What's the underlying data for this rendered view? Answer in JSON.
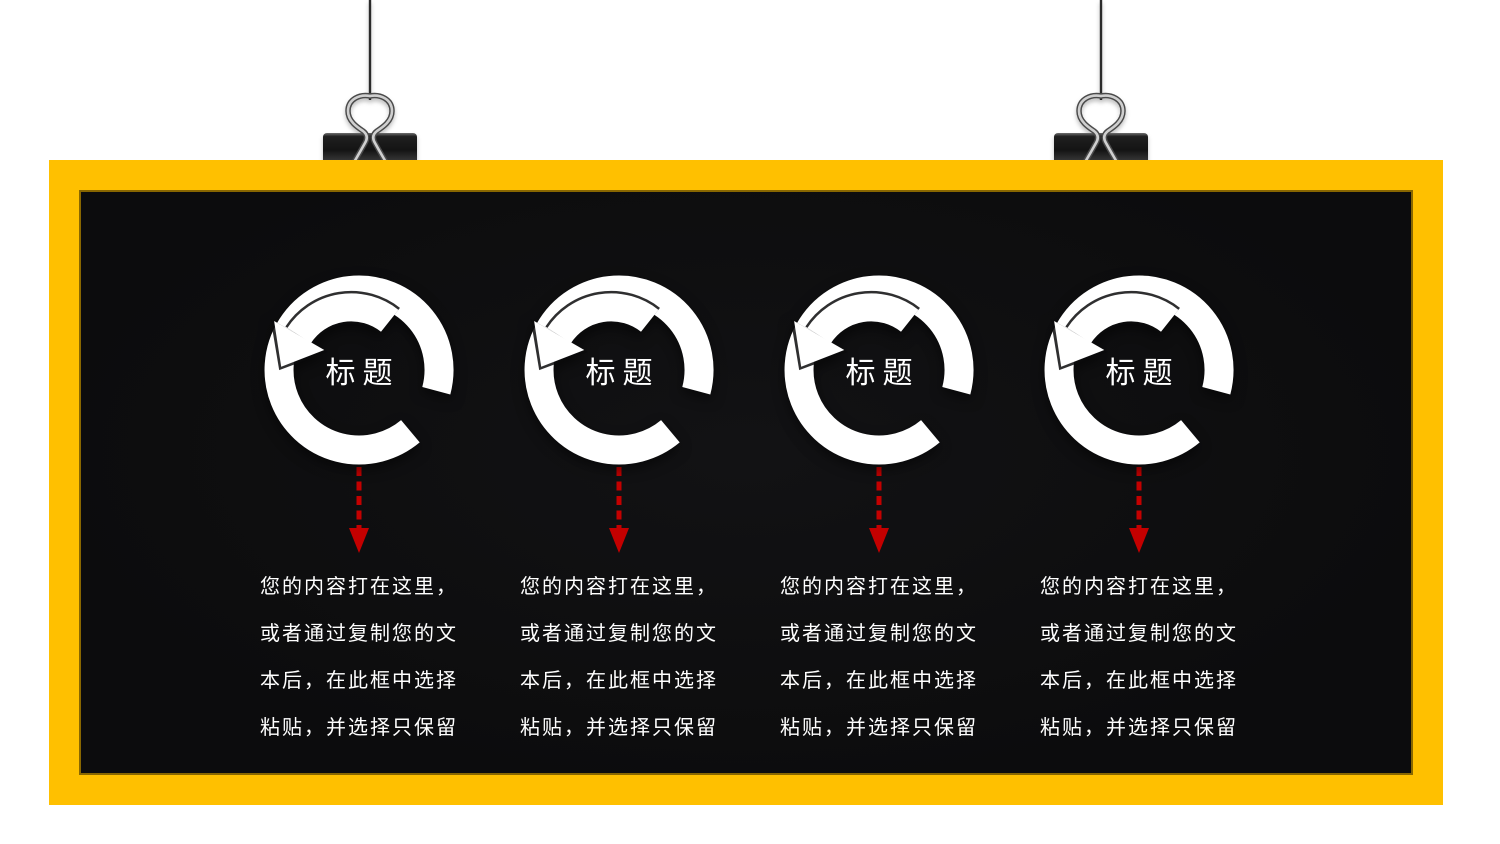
{
  "meta": {
    "kind": "presentation-slide",
    "language": "zh-CN"
  },
  "board": {
    "frame_color": "#FFC000",
    "surface_color": "#0D0D0E",
    "text_color": "#FFFFFF",
    "accent_color": "#C40000"
  },
  "decorations": {
    "left_hanger": "binder-clip-icon",
    "right_hanger": "binder-clip-icon",
    "item_icon": "circular-arrow-ccw-icon",
    "connector_icon": "dashed-arrow-down-icon"
  },
  "items": [
    {
      "title": "标题",
      "body": "您的内容打在这里，\n或者通过复制您的文\n本后，在此框中选择\n粘贴，并选择只保留"
    },
    {
      "title": "标题",
      "body": "您的内容打在这里，\n或者通过复制您的文\n本后，在此框中选择\n粘贴，并选择只保留"
    },
    {
      "title": "标题",
      "body": "您的内容打在这里，\n或者通过复制您的文\n本后，在此框中选择\n粘贴，并选择只保留"
    },
    {
      "title": "标题",
      "body": "您的内容打在这里，\n或者通过复制您的文\n本后，在此框中选择\n粘贴，并选择只保留"
    }
  ]
}
